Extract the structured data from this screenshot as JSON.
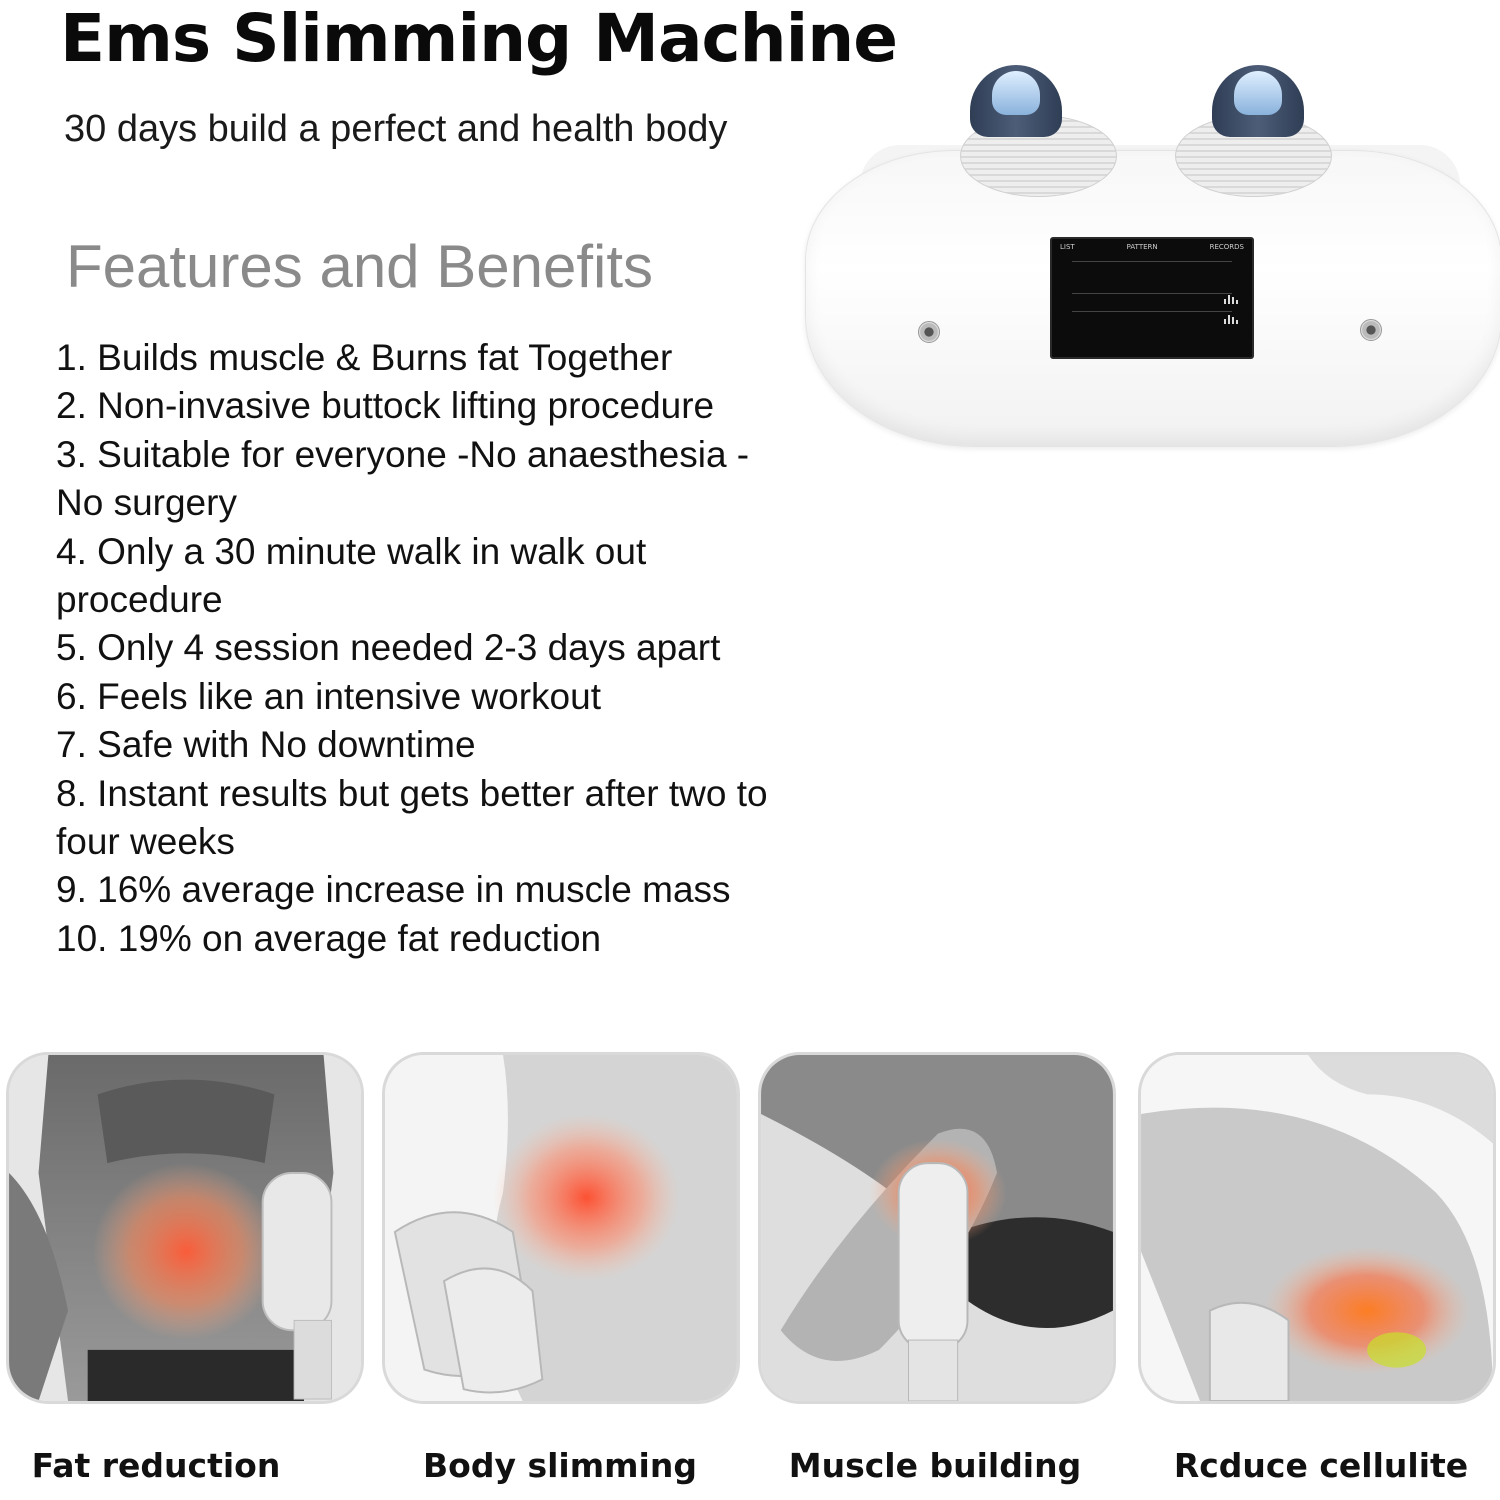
{
  "header": {
    "title": "Ems Slimming Machine",
    "subtitle": "30 days build a perfect and health body"
  },
  "features": {
    "heading": "Features and Benefits",
    "items": [
      "1. Builds muscle & Burns fat Together",
      "2. Non-invasive buttock lifting procedure",
      "3. Suitable for everyone -No anaesthesia - No surgery",
      "4. Only a 30 minute walk in walk out procedure",
      "5. Only 4 session needed 2-3 days apart",
      "6. Feels like an intensive workout",
      "7. Safe with No downtime",
      "8. Instant results but gets better after two to four weeks",
      "9. 16% average increase in muscle mass",
      "10. 19% on average fat reduction"
    ]
  },
  "machine": {
    "screen_tabs": [
      "LIST",
      "PATTERN",
      "RECORDS"
    ]
  },
  "benefits": [
    {
      "caption": "Fat reduction"
    },
    {
      "caption": "Body slimming"
    },
    {
      "caption": "Muscle building"
    },
    {
      "caption": "Rcduce cellulite"
    }
  ],
  "colors": {
    "heading_gray": "#8a8a8a",
    "treatment_glow": "#ff5a36",
    "cap_navy": "#2f3e55"
  }
}
